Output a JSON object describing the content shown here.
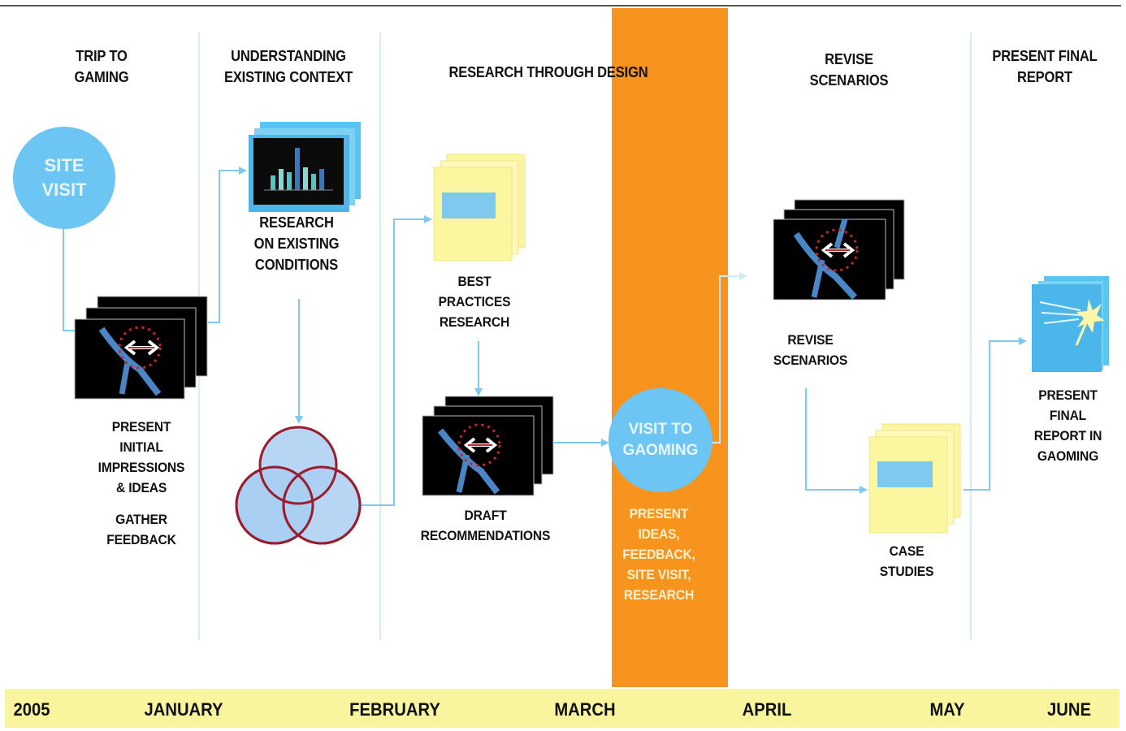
{
  "phases": {
    "trip": "TRIP TO\nGAMING",
    "understanding": "UNDERSTANDING\nEXISTING CONTEXT",
    "rtd": "RESEARCH THROUGH DESIGN",
    "revise": "REVISE\nSCENARIOS",
    "final": "PRESENT FINAL\nREPORT"
  },
  "nodes": {
    "site_visit": "SITE\nVISIT",
    "present_initial": "PRESENT\nINITIAL\nIMPRESSIONS\n& IDEAS",
    "gather_feedback": "GATHER\nFEEDBACK",
    "research_existing": "RESEARCH\nON EXISTING\nCONDITIONS",
    "best_practices": "BEST\nPRACTICES\nRESEARCH",
    "draft_recommendations": "DRAFT\nRECOMMENDATIONS",
    "visit_gaoming": "VISIT TO\nGAOMING",
    "present_ideas": "PRESENT\nIDEAS,\nFEEDBACK,\nSITE VISIT,\nRESEARCH",
    "revise_scenarios": "REVISE\nSCENARIOS",
    "case_studies": "CASE\nSTUDIES",
    "present_final": "PRESENT\nFINAL\nREPORT IN\nGAOMING"
  },
  "timeline": {
    "year": "2005",
    "months": [
      "JANUARY",
      "FEBRUARY",
      "MARCH",
      "APRIL",
      "MAY",
      "JUNE"
    ]
  },
  "colors": {
    "highlight": "#f7941d",
    "circle": "#6cc5f2",
    "arrow": "#7fc9ef",
    "divider": "#cfe9f7",
    "doc": "#fbf7a1",
    "timeline": "#f9f59e",
    "venn_fill": "#a9cff2",
    "venn_stroke": "#9b1c2e"
  }
}
